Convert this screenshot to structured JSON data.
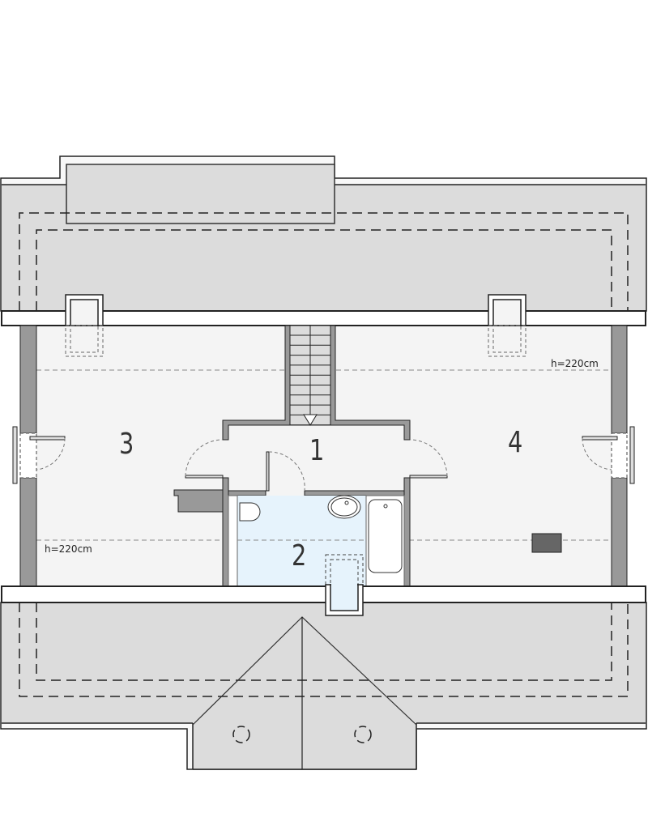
{
  "rooms": [
    {
      "number": "1"
    },
    {
      "number": "2"
    },
    {
      "number": "3"
    },
    {
      "number": "4"
    }
  ],
  "height_labels": {
    "right": "h=220cm",
    "left": "h=220cm"
  },
  "colors": {
    "roof": "#dcdcdc",
    "floor": "#f4f4f4",
    "bathroom": "#e6f3fc",
    "wall": "#999999",
    "outline": "#222222"
  }
}
